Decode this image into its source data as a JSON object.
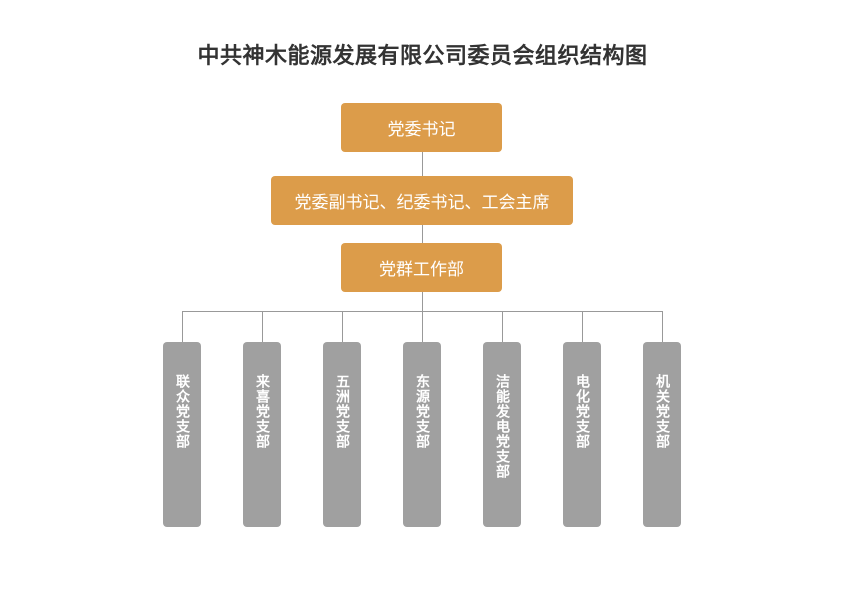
{
  "title": "中共神木能源发展有限公司委员会组织结构图",
  "colors": {
    "top_box": "#dc9c4a",
    "branch_box": "#a0a0a0",
    "connector": "#999999",
    "title_text": "#333333"
  },
  "levels": [
    {
      "label": "党委书记"
    },
    {
      "label": "党委副书记、纪委书记、工会主席"
    },
    {
      "label": "党群工作部"
    }
  ],
  "branches": [
    {
      "label": "联众党支部"
    },
    {
      "label": "来喜党支部"
    },
    {
      "label": "五洲党支部"
    },
    {
      "label": "东源党支部"
    },
    {
      "label": "洁能发电党支部"
    },
    {
      "label": "电化党支部"
    },
    {
      "label": "机关党支部"
    }
  ]
}
